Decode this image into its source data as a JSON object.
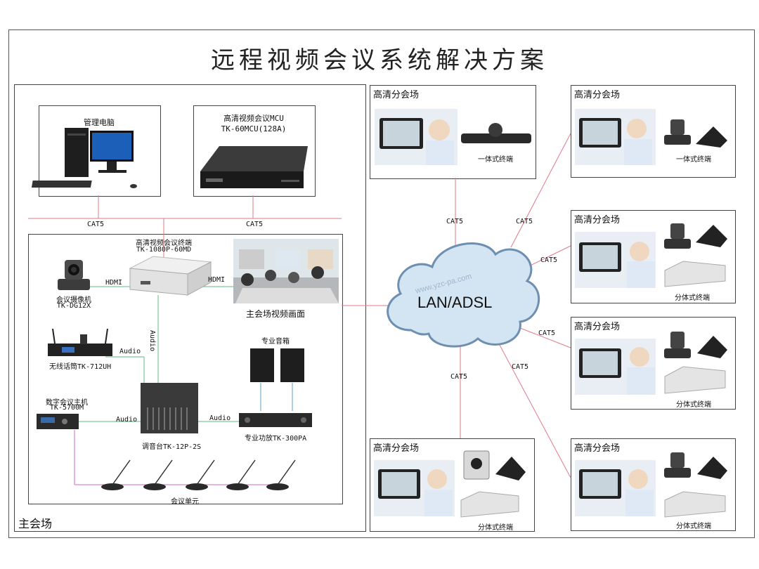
{
  "title": "远程视频会议系统解决方案",
  "main_site": {
    "label": "主会场",
    "pc_label": "管理电脑",
    "mcu_label_1": "高清视频会议MCU",
    "mcu_label_2": "TK-60MCU(128A)",
    "cat5_left": "CAT5",
    "cat5_right": "CAT5",
    "terminal_label_1": "高清视频会议终端",
    "terminal_label_2": "TK-1080P-60MD",
    "camera_label_1": "会议摄像机",
    "camera_label_2": "TK-DG12X",
    "hdmi_left": "HDMI",
    "hdmi_right": "HDMI",
    "screen_label": "主会场视频画面",
    "audio_vertical": "Audio",
    "wireless_label": "无线话筒TK-712UH",
    "audio_wireless": "Audio",
    "speaker_label": "专业音箱",
    "host_label_1": "数字会议主机",
    "host_label_2": "TK-5700M",
    "audio_host": "Audio",
    "audio_amp": "Audio",
    "mixer_label": "调音台TK-12P-2S",
    "amp_label": "专业功放TK-300PA",
    "mic_units_label": "会议单元"
  },
  "network": {
    "label": "LAN/ADSL",
    "watermark": "www.yzc-pa.com"
  },
  "branches": [
    {
      "title": "高清分会场",
      "terminal": "一体式终端",
      "cable": "CAT5"
    },
    {
      "title": "高清分会场",
      "terminal": "一体式终端",
      "cable": "CAT5"
    },
    {
      "title": "高清分会场",
      "terminal": "分体式终端",
      "cable": "CAT5"
    },
    {
      "title": "高清分会场",
      "terminal": "分体式终端",
      "cable": "CAT5"
    },
    {
      "title": "高清分会场",
      "terminal": "分体式终端",
      "cable": "CAT5"
    },
    {
      "title": "高清分会场",
      "terminal": "分体式终端",
      "cable": "CAT5"
    }
  ]
}
